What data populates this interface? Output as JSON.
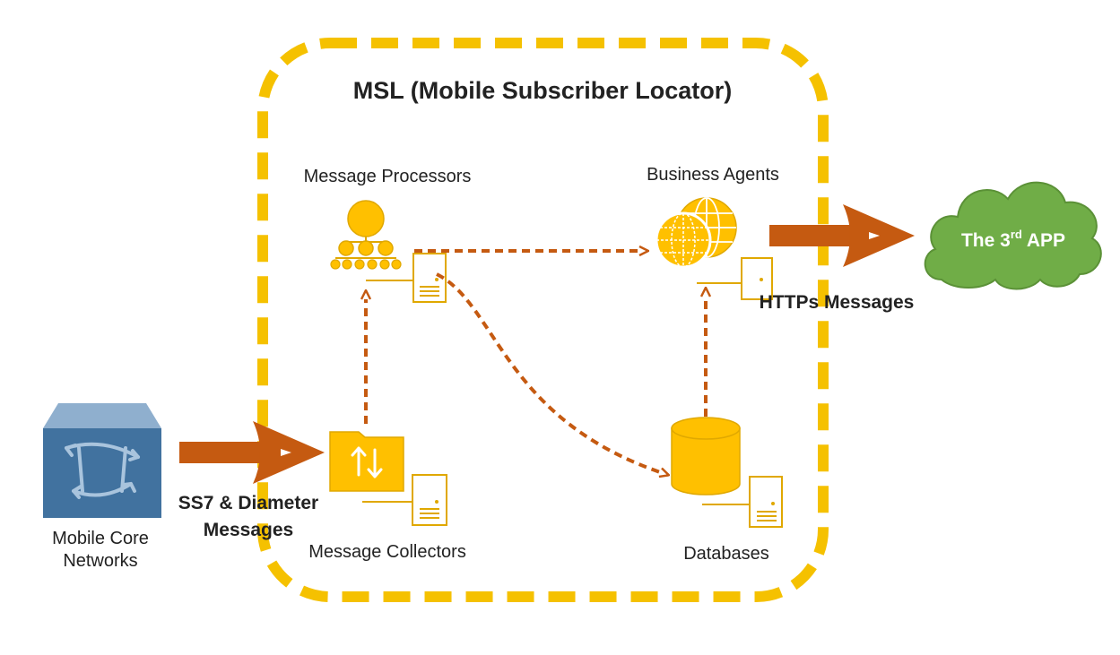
{
  "title": "MSL (Mobile Subscriber Locator)",
  "nodes": {
    "message_processors": "Message Processors",
    "business_agents": "Business Agents",
    "message_collectors": "Message Collectors",
    "databases": "Databases",
    "mobile_core_line1": "Mobile Core",
    "mobile_core_line2": "Networks",
    "third_app_prefix": "The 3",
    "third_app_sup": "rd",
    "third_app_suffix": " APP"
  },
  "labels": {
    "ss7_line1": "SS7 & Diameter",
    "ss7_line2": "Messages",
    "https_messages": "HTTPs Messages"
  },
  "colors": {
    "boundary": "#F5C100",
    "icon_fill": "#FFC000",
    "icon_dark": "#E0A800",
    "arrow": "#C55A11",
    "cloud": "#70AD47",
    "core_box": "#41729F"
  }
}
